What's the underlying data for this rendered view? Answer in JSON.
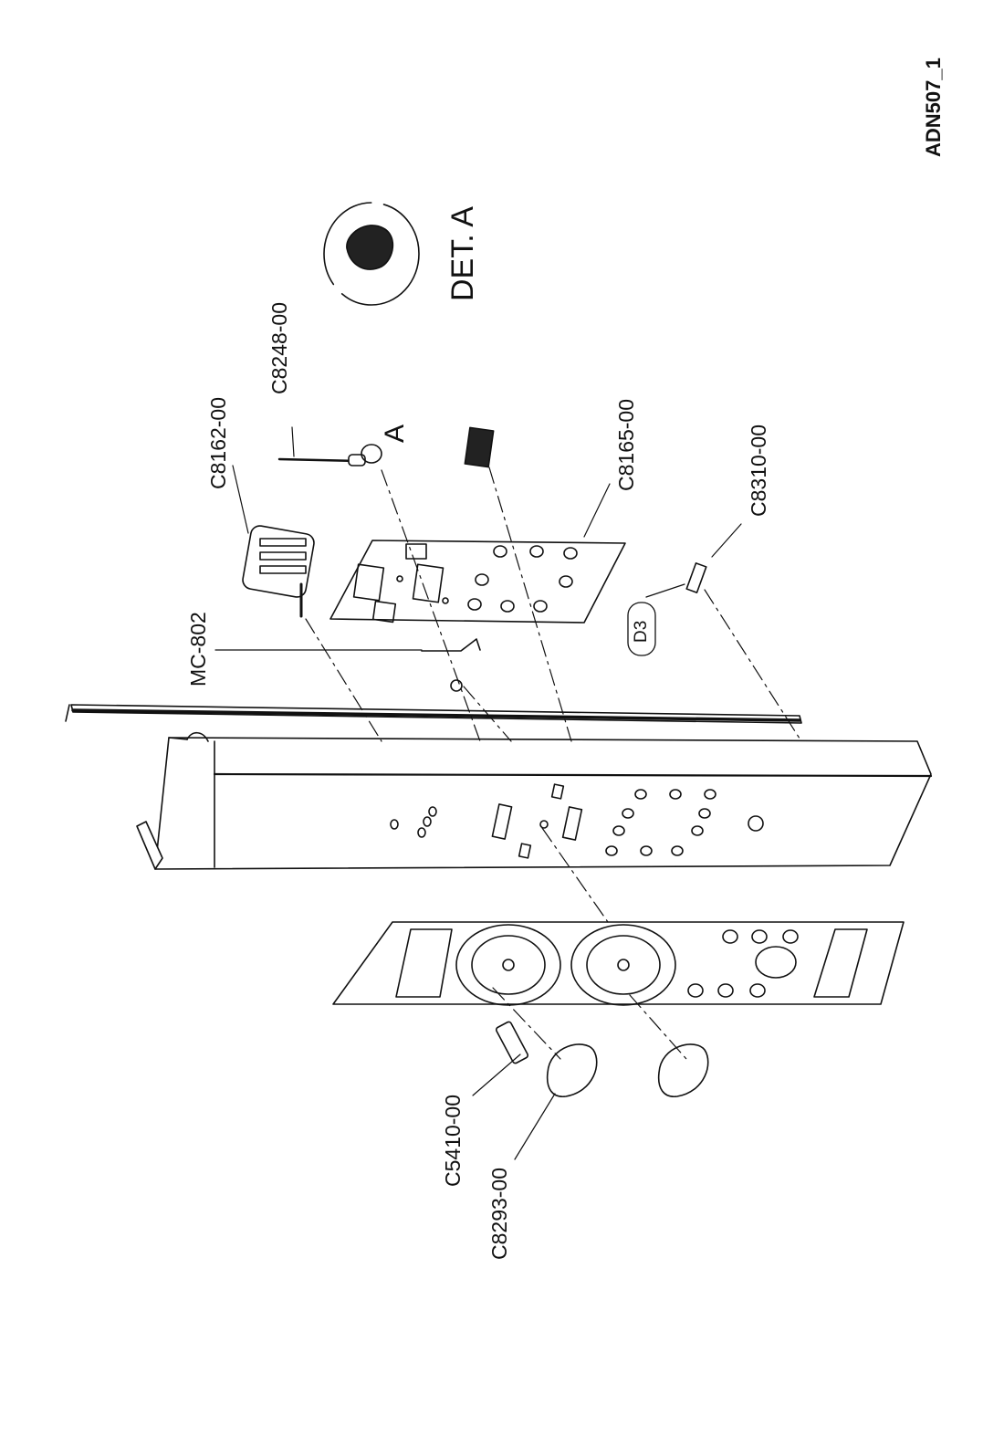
{
  "drawing": {
    "code": "ADN507_1",
    "detail_label": "DET. A",
    "detail_ref": "A",
    "badge": "D3",
    "parts": {
      "c8248": "C8248-00",
      "c8162": "C8162-00",
      "c8165": "C8165-00",
      "c8310": "C8310-00",
      "mc802": "MC-802",
      "c5410": "C5410-00",
      "c8293": "C8293-00"
    }
  },
  "colors": {
    "ink": "#111111",
    "paper": "#ffffff"
  }
}
